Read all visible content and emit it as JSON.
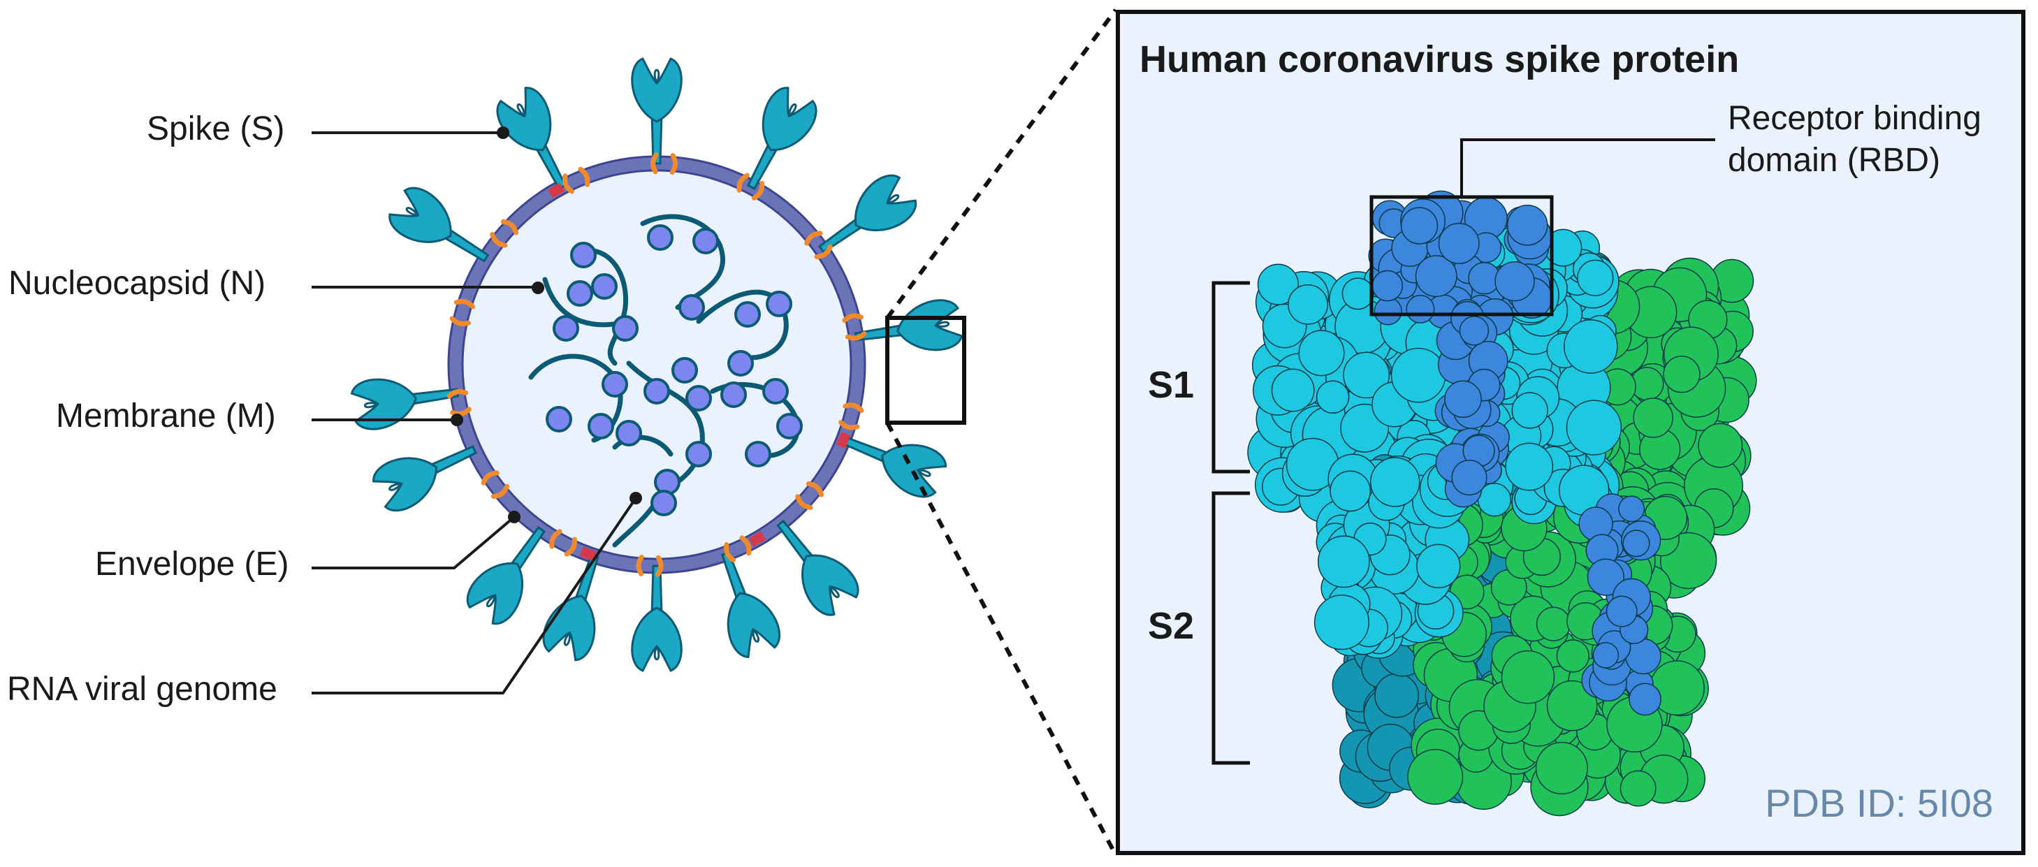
{
  "labels": {
    "spike": "Spike (S)",
    "nucleocapsid": "Nucleocapsid (N)",
    "membrane": "Membrane (M)",
    "envelope": "Envelope (E)",
    "rna": "RNA viral genome"
  },
  "panel": {
    "title": "Human coronavirus spike protein",
    "rbd_line1": "Receptor binding",
    "rbd_line2": "domain (RBD)",
    "s1": "S1",
    "s2": "S2",
    "pdb": "PDB ID: 5I08"
  },
  "colors": {
    "spike_fill": "#1aa8c4",
    "spike_stroke": "#0d5a75",
    "membrane": "#6c74b8",
    "virion_interior": "#e9f2fd",
    "nucleocapsid_bead": "#7b86ee",
    "rna_strand": "#0d5a75",
    "membrane_protein": "#f08a2c",
    "envelope_protein": "#d63a4a",
    "protein_cyan": "#1ec8e0",
    "protein_teal": "#1496b2",
    "protein_green": "#22c25a",
    "protein_blue": "#3d86dd"
  }
}
